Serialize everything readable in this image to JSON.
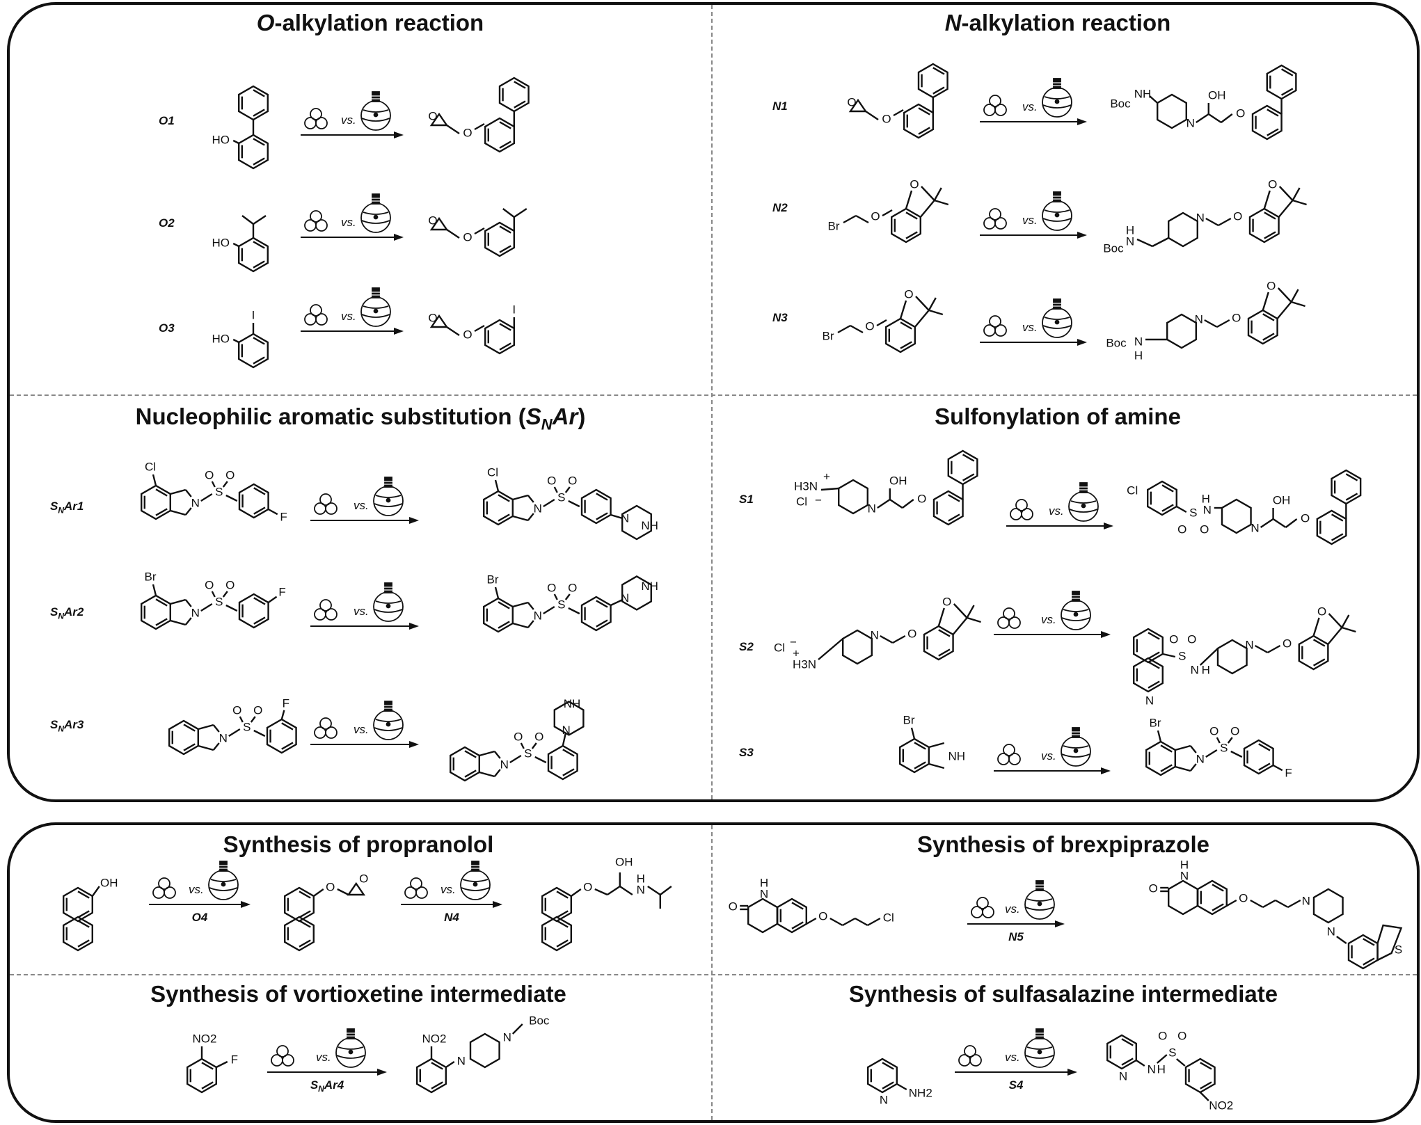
{
  "sections": {
    "o_alk": {
      "title_italic": "O",
      "title_rest": "-alkylation reaction"
    },
    "n_alk": {
      "title_italic": "N",
      "title_rest": "-alkylation reaction"
    },
    "snar": {
      "title_main": "Nucleophilic aromatic substitution (",
      "title_s": "S",
      "title_n": "N",
      "title_ar": "Ar",
      "title_end": ")"
    },
    "sulf": {
      "title": "Sulfonylation of amine"
    },
    "prop": {
      "title": "Synthesis of propranolol"
    },
    "brex": {
      "title": "Synthesis of brexpiprazole"
    },
    "vort": {
      "title": "Synthesis of vortioxetine intermediate"
    },
    "sulfa": {
      "title": "Synthesis of sulfasalazine intermediate"
    }
  },
  "reactions": {
    "o1": "O1",
    "o2": "O2",
    "o3": "O3",
    "n1": "N1",
    "n2": "N2",
    "n3": "N3",
    "snar1": {
      "s": "S",
      "n": "N",
      "rest": "Ar1"
    },
    "snar2": {
      "s": "S",
      "n": "N",
      "rest": "Ar2"
    },
    "snar3": {
      "s": "S",
      "n": "N",
      "rest": "Ar3"
    },
    "s1": "S1",
    "s2": "S2",
    "s3": "S3"
  },
  "arrow_labels": {
    "o4": "O4",
    "n4": "N4",
    "n5": "N5",
    "snar4": "SNAr4",
    "s4": "S4"
  },
  "vs": "vs.",
  "atoms": {
    "ho": "HO",
    "oh": "OH",
    "o": "O",
    "n": "N",
    "nh": "NH",
    "h": "H",
    "boc": "Boc",
    "br": "Br",
    "cl": "Cl",
    "f": "F",
    "i": "I",
    "s": "S",
    "h3n": "H3N",
    "no2": "NO2",
    "nh2": "NH2"
  },
  "icons": {
    "mill": "ball-mill-icon",
    "flask": "round-bottom-flask-icon"
  },
  "colors": {
    "border": "#111111",
    "divider": "#888888",
    "background": "#ffffff"
  }
}
